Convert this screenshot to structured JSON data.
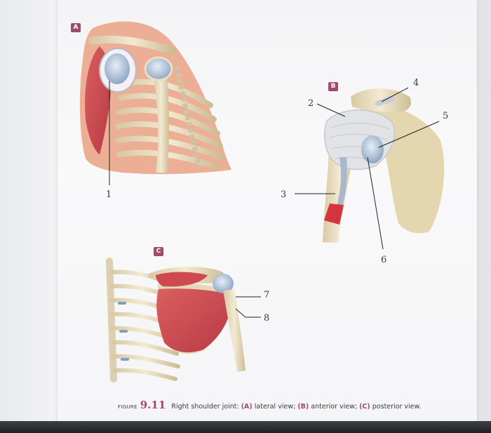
{
  "panels": [
    {
      "id": "A",
      "label": "A"
    },
    {
      "id": "B",
      "label": "B"
    },
    {
      "id": "C",
      "label": "C"
    }
  ],
  "callouts": [
    "1",
    "2",
    "3",
    "4",
    "5",
    "6",
    "7",
    "8"
  ],
  "caption": {
    "figure_word": "FIGURE",
    "figure_number": "9.11",
    "title": "Right shoulder joint:",
    "view_a_letter": "(A)",
    "view_a_text": "lateral view;",
    "view_b_letter": "(B)",
    "view_b_text": "anterior view;",
    "view_c_letter": "(C)",
    "view_c_text": "posterior view."
  },
  "colors": {
    "panel_label_bg": "#a24a6d",
    "muscle": "#c94a4f",
    "bone": "#eee2c4",
    "cartilage": "#a9bfd6",
    "skin": "#eba98f"
  }
}
